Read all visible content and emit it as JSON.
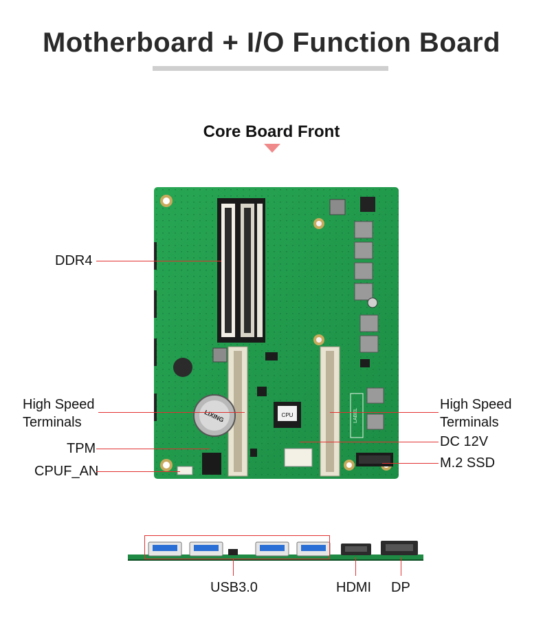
{
  "header": {
    "title": "Motherboard + I/O Function Board",
    "subtitle": "Core Board Front"
  },
  "board_labels": {
    "ddr4": "DDR4",
    "high_speed_left_line1": "High Speed",
    "high_speed_left_line2": "Terminals",
    "tpm": "TPM",
    "cpufan": "CPUF_AN",
    "high_speed_right_line1": "High Speed",
    "high_speed_right_line2": "Terminals",
    "dc12v": "DC 12V",
    "m2ssd": "M.2 SSD"
  },
  "board_silkscreen": {
    "coin_cell": "LIXING",
    "cpu": "CPU",
    "label": "LABEL"
  },
  "io_labels": {
    "usb": "USB3.0",
    "hdmi": "HDMI",
    "dp": "DP"
  },
  "colors": {
    "pcb_green": "#1f9a4a",
    "accent_red": "#e23030",
    "arrow_pink": "#f08a8a",
    "title_gray": "#2a2a2a",
    "bar_gray": "#cfcfcf",
    "usb_blue": "#2a6fd6"
  }
}
